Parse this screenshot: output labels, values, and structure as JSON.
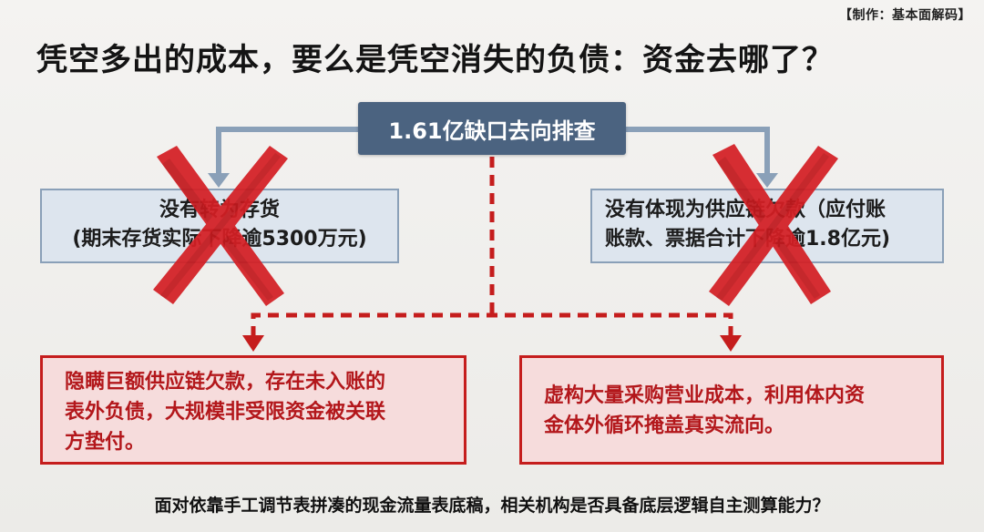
{
  "header": {
    "credit": "【制作：基本面解码】",
    "title": "凭空多出的成本，要么是凭空消失的负债：资金去哪了？"
  },
  "diagram": {
    "root": "1.61亿缺口去向排查",
    "rejected": [
      {
        "line1": "没有转为存货",
        "line2": "(期末存货实际下降逾5300万元)",
        "status": "excluded"
      },
      {
        "line1": "没有体现为供应链欠款（应付账",
        "line2": "账款、票据合计下降逾1.8亿元)",
        "status": "excluded"
      }
    ],
    "hypotheses": [
      {
        "line1": "隐瞒巨额供应链欠款，存在未入账的",
        "line2": "表外负债，大规模非受限资金被关联",
        "line3": "方垫付。"
      },
      {
        "line1": "虚构大量采购营业成本，利用体内资",
        "line2": "金体外循环掩盖真实流向。"
      }
    ],
    "colors": {
      "root_fill": "#4b6380",
      "excluded_box_fill": "#dde5ee",
      "hypothesis_border": "#c51d1d",
      "cross_mark": "#d41f24"
    },
    "icons": [
      "cross-mark-icon",
      "cross-mark-icon"
    ]
  },
  "footer": {
    "question": "面对依靠手工调节表拼凑的现金流量表底稿，相关机构是否具备底层逻辑自主测算能力？"
  }
}
